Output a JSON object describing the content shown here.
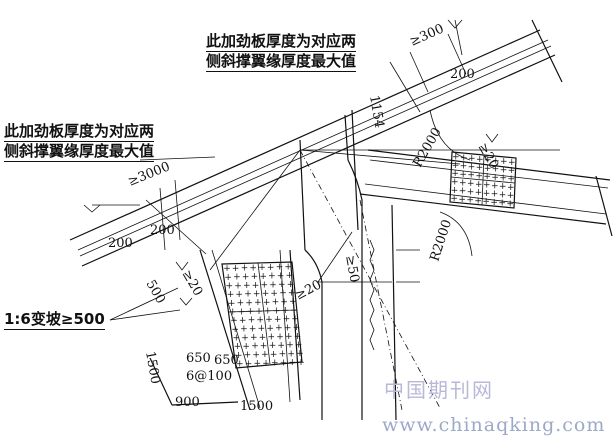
{
  "notes": {
    "stiffener_top": [
      "此加劲板厚度为对应两",
      "侧斜撑翼缘厚度最大值"
    ],
    "stiffener_left": [
      "此加劲板厚度为对应两",
      "侧斜撑翼缘厚度最大值"
    ],
    "slope": "1:6变坡≥500"
  },
  "dimensions": {
    "ge300": "≥300",
    "d200_right": "200",
    "d1154": "1154",
    "r2000_a": "R2000",
    "ge20_right": "≥20",
    "r2000_b": "R2000",
    "ge3000": "≥3000",
    "d200_a": "200",
    "d200_b": "200",
    "ge20_left": "≥20",
    "d500": "500",
    "ge20_mid": "≥20",
    "ge50": "≥50",
    "d1500_a": "1500",
    "d650a": "650",
    "d650b": "650",
    "d6at100": "6@100",
    "d900": "900",
    "d1500_b": "1500"
  },
  "watermark": {
    "cn": "中国期刊网",
    "url": "www.chinaqking.com"
  }
}
